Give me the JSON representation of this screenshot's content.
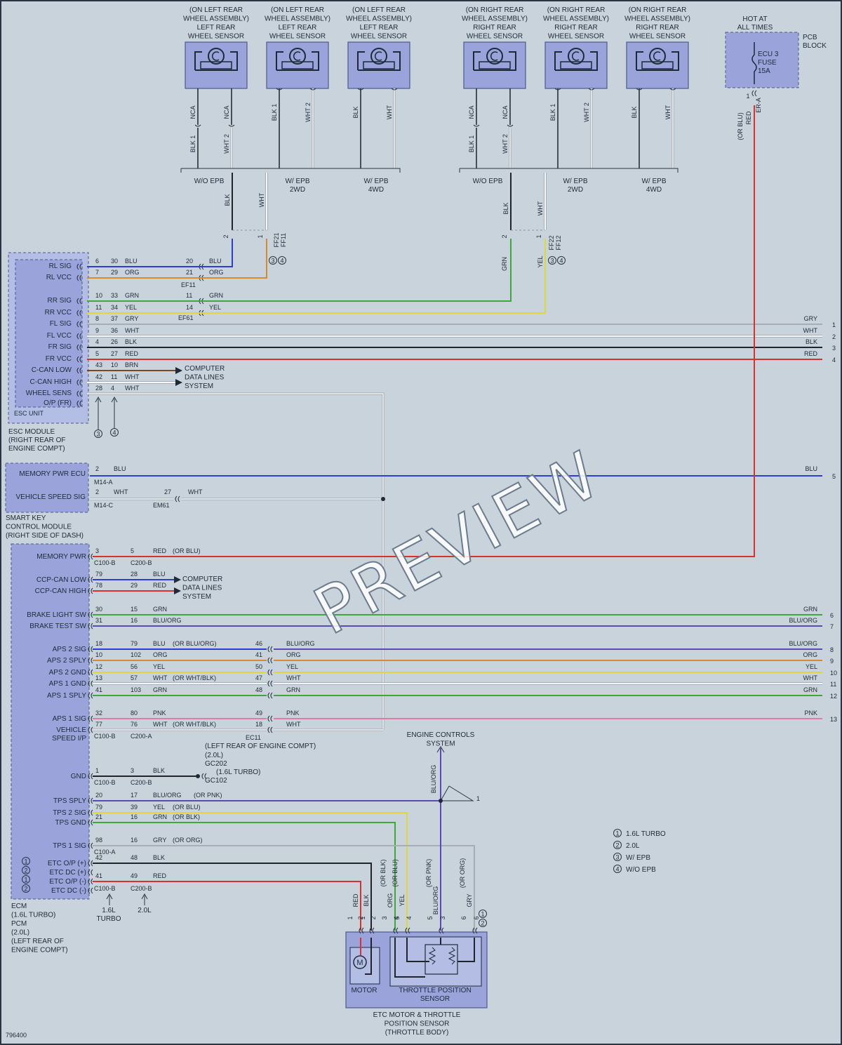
{
  "diagram_id": "796400",
  "watermark": "PREVIEW",
  "colors": {
    "background": "#c9d3dc",
    "module_fill": "#9aa4da",
    "BLU": "#2d3ed6",
    "ORG": "#d98a2e",
    "GRN": "#3ea83a",
    "YEL": "#e0d83a",
    "GRY": "#a7adb4",
    "WHT": "#f4f6f8",
    "BLK": "#20252b",
    "RED": "#d8322c",
    "BRN": "#7a4a22",
    "PNK": "#e07aa8",
    "BLU/ORG": "#5a4ab8"
  },
  "sensors": [
    {
      "id": "s1",
      "title": [
        "(ON LEFT REAR",
        "WHEEL ASSEMBLY)",
        "LEFT REAR",
        "WHEEL SENSOR"
      ],
      "pins": [
        "NCA",
        "NCA"
      ],
      "below": [
        "BLK 1",
        "WHT 2"
      ]
    },
    {
      "id": "s2",
      "title": [
        "(ON LEFT REAR",
        "WHEEL ASSEMBLY)",
        "LEFT REAR",
        "WHEEL SENSOR"
      ],
      "pins": [
        "BLK 1",
        "WHT 2"
      ],
      "below": []
    },
    {
      "id": "s3",
      "title": [
        "(ON LEFT REAR",
        "WHEEL ASSEMBLY)",
        "LEFT REAR",
        "WHEEL SENSOR"
      ],
      "pins": [
        "BLK",
        "WHT"
      ],
      "below": []
    },
    {
      "id": "s4",
      "title": [
        "(ON RIGHT REAR",
        "WHEEL ASSEMBLY)",
        "RIGHT REAR",
        "WHEEL SENSOR"
      ],
      "pins": [
        "NCA",
        "NCA"
      ],
      "below": [
        "BLK 1",
        "WHT 2"
      ]
    },
    {
      "id": "s5",
      "title": [
        "(ON RIGHT REAR",
        "WHEEL ASSEMBLY)",
        "RIGHT REAR",
        "WHEEL SENSOR"
      ],
      "pins": [
        "BLK 1",
        "WHT 2"
      ],
      "below": []
    },
    {
      "id": "s6",
      "title": [
        "(ON RIGHT REAR",
        "WHEEL ASSEMBLY)",
        "RIGHT REAR",
        "WHEEL SENSOR"
      ],
      "pins": [
        "BLK",
        "WHT"
      ],
      "below": []
    }
  ],
  "variants": {
    "left": [
      "W/O EPB",
      "W/ EPB\n2WD",
      "W/ EPB\n4WD"
    ],
    "right": [
      "W/O EPB",
      "W/ EPB\n2WD",
      "W/ EPB\n4WD"
    ]
  },
  "junction": {
    "left": {
      "wires": [
        "BLK",
        "WHT"
      ],
      "pins": [
        "2",
        "1"
      ],
      "connectors": [
        "FF21",
        "FF11"
      ],
      "notes": [
        "3",
        "4"
      ]
    },
    "right": {
      "wires": [
        "BLK",
        "WHT",
        "GRN",
        "YEL"
      ],
      "pins": [
        "2",
        "1"
      ],
      "connectors": [
        "FF22",
        "FF12"
      ],
      "notes": [
        "3",
        "4"
      ]
    }
  },
  "pcb": {
    "title": [
      "HOT AT",
      "ALL TIMES"
    ],
    "block": [
      "PCB",
      "BLOCK"
    ],
    "fuse": [
      "ECU 3",
      "FUSE",
      "15A"
    ],
    "pin": "1",
    "pin_label": "ER-A",
    "wire": "RED",
    "wire_alt": "(OR BLU)"
  },
  "esc": {
    "name": "ESC UNIT",
    "module": [
      "ESC MODULE",
      "(RIGHT REAR OF",
      "ENGINE COMPT)"
    ],
    "rows": [
      {
        "label": "RL SIG",
        "a": "6",
        "b": "30",
        "color": "BLU",
        "c": "20",
        "cc": "BLU"
      },
      {
        "label": "RL VCC",
        "a": "7",
        "b": "29",
        "color": "ORG",
        "c": "21",
        "cc": "ORG"
      },
      {
        "label": "RR SIG",
        "a": "10",
        "b": "33",
        "color": "GRN",
        "c": "11",
        "cc": "GRN"
      },
      {
        "label": "RR VCC",
        "a": "11",
        "b": "34",
        "color": "YEL",
        "c": "14",
        "cc": "YEL"
      },
      {
        "label": "FL SIG",
        "a": "8",
        "b": "37",
        "color": "GRY",
        "right": "GRY",
        "num": "1"
      },
      {
        "label": "FL VCC",
        "a": "9",
        "b": "36",
        "color": "WHT",
        "right": "WHT",
        "num": "2"
      },
      {
        "label": "FR SIG",
        "a": "4",
        "b": "26",
        "color": "BLK",
        "right": "BLK",
        "num": "3"
      },
      {
        "label": "FR VCC",
        "a": "5",
        "b": "27",
        "color": "RED",
        "right": "RED",
        "num": "4"
      },
      {
        "label": "C-CAN LOW",
        "a": "43",
        "b": "10",
        "color": "BRN"
      },
      {
        "label": "C-CAN HIGH",
        "a": "42",
        "b": "11",
        "color": "WHT"
      },
      {
        "label": "WHEEL SENS",
        "a": "28",
        "b": "4",
        "color": "WHT"
      },
      {
        "label": "O/P (FR)",
        "a": "",
        "b": "",
        "color": ""
      }
    ],
    "connectors": [
      "EF11",
      "EF61"
    ],
    "cdl": [
      "COMPUTER",
      "DATA LINES",
      "SYSTEM"
    ],
    "notes": [
      "3",
      "4"
    ]
  },
  "smartkey": {
    "module": [
      "SMART KEY",
      "CONTROL MODULE",
      "(RIGHT SIDE OF DASH)"
    ],
    "rows": [
      {
        "label": "MEMORY PWR ECU",
        "a": "2",
        "color": "BLU",
        "conn": "M14-A",
        "right": "BLU",
        "num": "5"
      },
      {
        "label": "VEHICLE SPEED SIG",
        "a": "2",
        "color": "WHT",
        "conn": "M14-C",
        "c": "27",
        "cc": "WHT",
        "cconn": "EM61"
      }
    ]
  },
  "ecm": {
    "module": [
      "ECM",
      "(1.6L TURBO)",
      "PCM",
      "(2.0L)",
      "(LEFT REAR OF",
      "ENGINE COMPT)"
    ],
    "rows": [
      {
        "label": "MEMORY PWR",
        "a": "3",
        "b": "5",
        "color": "RED",
        "alt": "(OR BLU)",
        "conn": "C100-B",
        "conn2": "C200-B"
      },
      {
        "label": "CCP-CAN LOW",
        "a": "79",
        "b": "28",
        "color": "BLU"
      },
      {
        "label": "CCP-CAN HIGH",
        "a": "78",
        "b": "29",
        "color": "RED"
      },
      {
        "label": "BRAKE LIGHT SW",
        "a": "30",
        "b": "15",
        "color": "GRN",
        "right": "GRN",
        "num": "6"
      },
      {
        "label": "BRAKE TEST SW",
        "a": "31",
        "b": "16",
        "color": "BLU/ORG",
        "right": "BLU/ORG",
        "num": "7"
      },
      {
        "label": "APS 2 SIG",
        "a": "18",
        "b": "79",
        "color": "BLU",
        "alt": "(OR BLU/ORG)",
        "c": "46",
        "cc": "BLU/ORG",
        "right": "BLU/ORG",
        "num": "8"
      },
      {
        "label": "APS 2 SPLY",
        "a": "10",
        "b": "102",
        "color": "ORG",
        "c": "41",
        "cc": "ORG",
        "right": "ORG",
        "num": "9"
      },
      {
        "label": "APS 2 GND",
        "a": "12",
        "b": "56",
        "color": "YEL",
        "c": "50",
        "cc": "YEL",
        "right": "YEL",
        "num": "10"
      },
      {
        "label": "APS 1 GND",
        "a": "13",
        "b": "57",
        "color": "WHT",
        "alt": "(OR WHT/BLK)",
        "c": "47",
        "cc": "WHT",
        "right": "WHT",
        "num": "11"
      },
      {
        "label": "APS 1 SPLY",
        "a": "41",
        "b": "103",
        "color": "GRN",
        "c": "48",
        "cc": "GRN",
        "right": "GRN",
        "num": "12"
      },
      {
        "label": "APS 1 SIG",
        "a": "32",
        "b": "80",
        "color": "PNK",
        "c": "49",
        "cc": "PNK",
        "right": "PNK",
        "num": "13"
      },
      {
        "label": "VEHICLE SPEED I/P",
        "a": "77",
        "b": "76",
        "color": "WHT",
        "alt": "(OR WHT/BLK)",
        "c": "18",
        "cc": "WHT",
        "conn": "C100-B",
        "conn2": "C200-A",
        "cconn": "EC11"
      },
      {
        "label": "GND",
        "a": "1",
        "b": "3",
        "color": "BLK",
        "conn": "C100-B",
        "conn2": "C200-B"
      },
      {
        "label": "TPS SPLY",
        "a": "20",
        "b": "17",
        "color": "BLU/ORG",
        "alt": "(OR PNK)"
      },
      {
        "label": "TPS 2 SIG",
        "a": "79",
        "b": "39",
        "color": "YEL",
        "alt": "(OR BLU)"
      },
      {
        "label": "TPS GND",
        "a": "21",
        "b": "16",
        "color": "GRN",
        "alt": "(OR BLK)"
      },
      {
        "label": "TPS 1 SIG",
        "a": "98",
        "b": "16",
        "color": "GRY",
        "alt": "(OR ORG)",
        "conn": "C100-A"
      },
      {
        "label": "ETC O/P (+)",
        "a": "42",
        "b": "48",
        "color": "BLK"
      },
      {
        "label": "ETC DC (+)",
        "a": "",
        "b": "",
        "color": ""
      },
      {
        "label": "ETC O/P (-)",
        "a": "41",
        "b": "49",
        "color": "RED"
      },
      {
        "label": "ETC DC (-)",
        "a": "",
        "b": "",
        "color": "",
        "conn": "C100-B",
        "conn2": "C200-B"
      }
    ],
    "row_notes": [
      "1",
      "2",
      "1",
      "2"
    ],
    "ground": {
      "text": [
        "(LEFT REAR OF ENGINE COMPT)",
        "(2.0L)",
        "GC202",
        "(1.6L TURBO)",
        "GC102"
      ]
    },
    "bottom": [
      [
        "1.6L",
        "TURBO"
      ],
      [
        "2.0L"
      ]
    ],
    "cdl": [
      "COMPUTER",
      "DATA LINES",
      "SYSTEM"
    ]
  },
  "engine_controls": {
    "title": [
      "ENGINE CONTROLS",
      "SYSTEM"
    ],
    "wire": "BLU/ORG",
    "note": "1"
  },
  "throttle": {
    "pins": [
      {
        "wire": "RED",
        "p": "1"
      },
      {
        "wire": "BLK",
        "p": "2"
      },
      {
        "wire": "ORG",
        "alt": "(OR BLK)",
        "p": "5"
      },
      {
        "wire": "YEL",
        "alt": "(OR BLU)",
        "p": "4"
      },
      {
        "wire": "BLU/ORG",
        "alt": "(OR PNK)",
        "p": "3"
      },
      {
        "wire": "GRY",
        "alt": "(OR ORG)",
        "p": "6"
      }
    ],
    "pin_rows": [
      [
        "1",
        "2",
        "3",
        "4",
        "5",
        "6"
      ],
      [
        "1",
        "2",
        "5",
        "4",
        "3",
        "6"
      ]
    ],
    "notes": [
      "1",
      "2"
    ],
    "motor": "MOTOR",
    "motor_symbol": "M",
    "tps": [
      "THROTTLE POSITION",
      "SENSOR"
    ],
    "title": [
      "ETC MOTOR & THROTTLE",
      "POSITION SENSOR",
      "(THROTTLE BODY)"
    ]
  },
  "legend": [
    {
      "n": "1",
      "t": "1.6L TURBO"
    },
    {
      "n": "2",
      "t": "2.0L"
    },
    {
      "n": "3",
      "t": "W/ EPB"
    },
    {
      "n": "4",
      "t": "W/O EPB"
    }
  ]
}
